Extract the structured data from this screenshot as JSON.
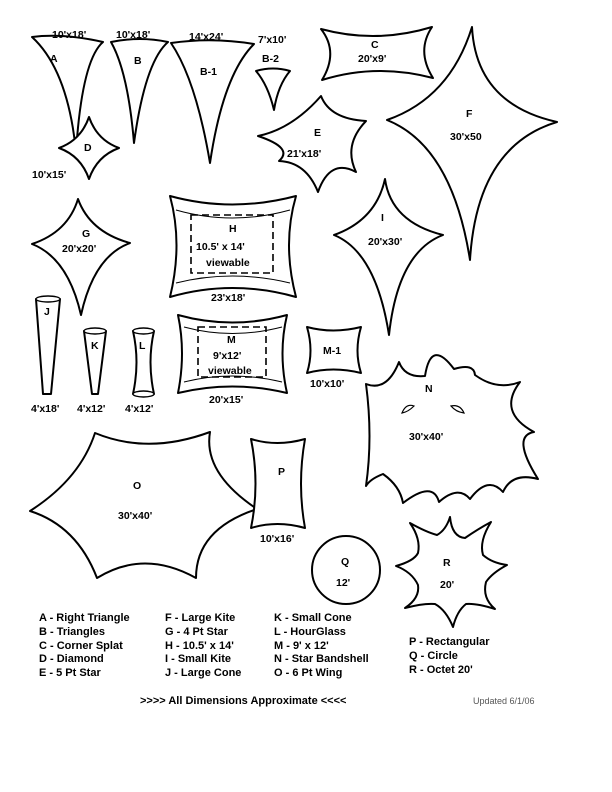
{
  "shapes": {
    "A": {
      "letter": "A",
      "size": "10'x18'"
    },
    "B": {
      "letter": "B",
      "size": "10'x18'"
    },
    "B1": {
      "letter": "B-1",
      "size": "14'x24'"
    },
    "B2": {
      "letter": "B-2",
      "size": "7'x10'"
    },
    "C": {
      "letter": "C",
      "size": "20'x9'"
    },
    "D": {
      "letter": "D",
      "size": "10'x15'"
    },
    "E": {
      "letter": "E",
      "size": "21'x18'"
    },
    "F": {
      "letter": "F",
      "size": "30'x50"
    },
    "G": {
      "letter": "G",
      "size": "20'x20'"
    },
    "H": {
      "letter": "H",
      "size": "23'x18'",
      "inner1": "10.5' x 14'",
      "inner2": "viewable"
    },
    "I": {
      "letter": "I",
      "size": "20'x30'"
    },
    "J": {
      "letter": "J",
      "size": "4'x18'"
    },
    "K": {
      "letter": "K",
      "size": "4'x12'"
    },
    "L": {
      "letter": "L",
      "size": "4'x12'"
    },
    "M": {
      "letter": "M",
      "size": "20'x15'",
      "inner1": "9'x12'",
      "inner2": "viewable"
    },
    "M1": {
      "letter": "M-1",
      "size": "10'x10'"
    },
    "N": {
      "letter": "N",
      "size": "30'x40'"
    },
    "O": {
      "letter": "O",
      "size": "30'x40'"
    },
    "P": {
      "letter": "P",
      "size": "10'x16'"
    },
    "Q": {
      "letter": "Q",
      "size": "12'"
    },
    "R": {
      "letter": "R",
      "size": "20'"
    }
  },
  "legend": {
    "col1": [
      "A - Right Triangle",
      "B - Triangles",
      "C - Corner Splat",
      "D - Diamond",
      "E - 5 Pt Star"
    ],
    "col2": [
      "F - Large Kite",
      "G - 4 Pt Star",
      "H - 10.5' x 14'",
      "I - Small Kite",
      "J - Large Cone"
    ],
    "col3": [
      "K - Small Cone",
      "L - HourGlass",
      "M - 9' x 12'",
      "N - Star Bandshell",
      "O - 6 Pt Wing"
    ],
    "col4": [
      "P - Rectangular",
      "Q - Circle",
      "R - Octet 20'"
    ]
  },
  "footer": ">>>> All Dimensions Approximate <<<<",
  "updated": "Updated 6/1/06"
}
